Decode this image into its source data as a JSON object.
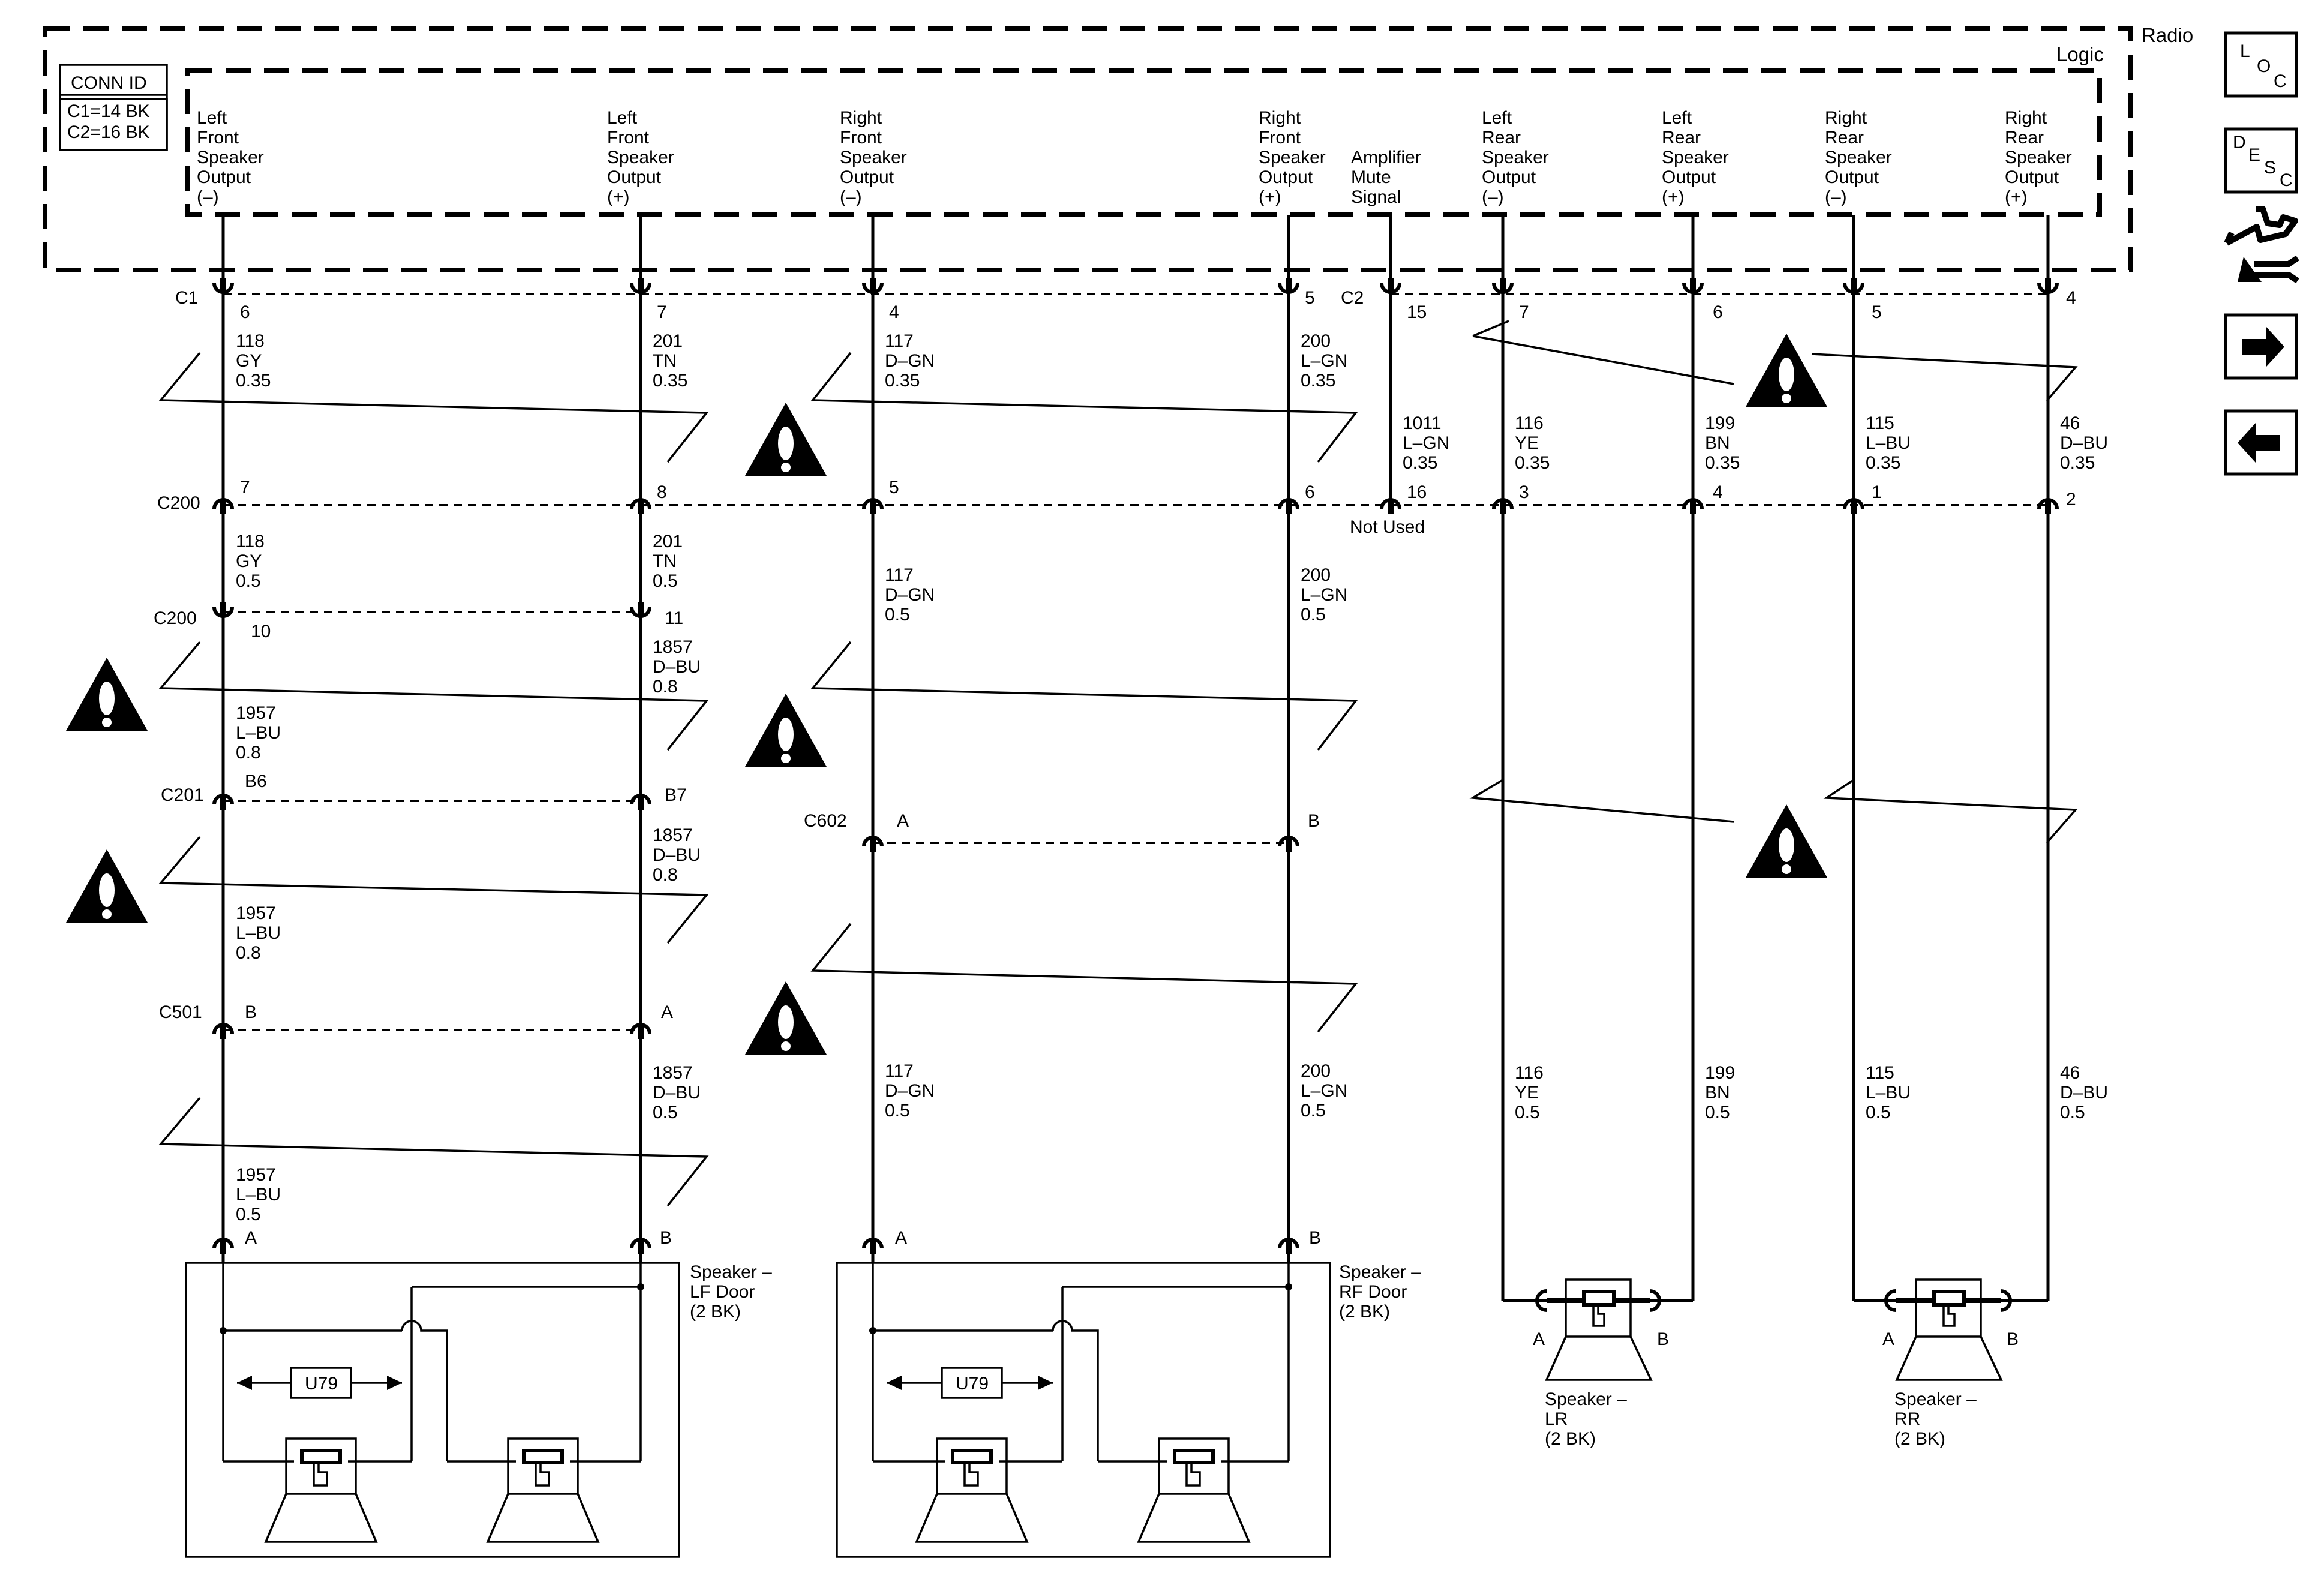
{
  "module": {
    "name": "Radio",
    "logic": "Logic"
  },
  "conn_id": {
    "title": "CONN ID",
    "c1": "C1=14 BK",
    "c2": "C2=16 BK"
  },
  "circuit_labels": {
    "lf_minus": [
      "Left",
      "Front",
      "Speaker",
      "Output",
      "(–)"
    ],
    "lf_plus": [
      "Left",
      "Front",
      "Speaker",
      "Output",
      "(+)"
    ],
    "rf_minus": [
      "Right",
      "Front",
      "Speaker",
      "Output",
      "(–)"
    ],
    "rf_plus": [
      "Right",
      "Front",
      "Speaker",
      "Output",
      "(+)"
    ],
    "amp_mute": [
      "Amplifier",
      "Mute",
      "Signal"
    ],
    "lr_minus": [
      "Left",
      "Rear",
      "Speaker",
      "Output",
      "(–)"
    ],
    "lr_plus": [
      "Left",
      "Rear",
      "Speaker",
      "Output",
      "(+)"
    ],
    "rr_minus": [
      "Right",
      "Rear",
      "Speaker",
      "Output",
      "(–)"
    ],
    "rr_plus": [
      "Right",
      "Rear",
      "Speaker",
      "Output",
      "(+)"
    ]
  },
  "connectors": {
    "c1": "C1",
    "c2": "C2",
    "c200": "C200",
    "c200b": "C200",
    "c201": "C201",
    "c501": "C501",
    "c602": "C602"
  },
  "pins": {
    "c1": [
      "6",
      "7",
      "4",
      "5"
    ],
    "c2": [
      "15",
      "7",
      "6",
      "5",
      "4"
    ],
    "c200_top": [
      "7",
      "8",
      "5",
      "6",
      "16",
      "3",
      "4",
      "1",
      "2"
    ],
    "c200_low": [
      "10",
      "11"
    ],
    "c201": [
      "B6",
      "B7"
    ],
    "c501": [
      "B",
      "A"
    ],
    "c602": [
      "A",
      "B"
    ],
    "lf_speaker": [
      "A",
      "B"
    ],
    "rf_speaker": [
      "A",
      "B"
    ],
    "lr_speaker": [
      "A",
      "B"
    ],
    "rr_speaker": [
      "A",
      "B"
    ]
  },
  "not_used": "Not Used",
  "wires": {
    "w118_035": [
      "118",
      "GY",
      "0.35"
    ],
    "w201_035": [
      "201",
      "TN",
      "0.35"
    ],
    "w117_035": [
      "117",
      "D–GN",
      "0.35"
    ],
    "w200_035": [
      "200",
      "L–GN",
      "0.35"
    ],
    "w1011_035": [
      "1011",
      "L–GN",
      "0.35"
    ],
    "w116_035": [
      "116",
      "YE",
      "0.35"
    ],
    "w199_035": [
      "199",
      "BN",
      "0.35"
    ],
    "w115_035": [
      "115",
      "L–BU",
      "0.35"
    ],
    "w46_035": [
      "46",
      "D–BU",
      "0.35"
    ],
    "w118_05": [
      "118",
      "GY",
      "0.5"
    ],
    "w201_05": [
      "201",
      "TN",
      "0.5"
    ],
    "w117_05a": [
      "117",
      "D–GN",
      "0.5"
    ],
    "w200_05a": [
      "200",
      "L–GN",
      "0.5"
    ],
    "w1857_08a": [
      "1857",
      "D–BU",
      "0.8"
    ],
    "w1957_08a": [
      "1957",
      "L–BU",
      "0.8"
    ],
    "w1857_08b": [
      "1857",
      "D–BU",
      "0.8"
    ],
    "w1957_08b": [
      "1957",
      "L–BU",
      "0.8"
    ],
    "w1857_05": [
      "1857",
      "D–BU",
      "0.5"
    ],
    "w1957_05": [
      "1957",
      "L–BU",
      "0.5"
    ],
    "w117_05b": [
      "117",
      "D–GN",
      "0.5"
    ],
    "w200_05b": [
      "200",
      "L–GN",
      "0.5"
    ],
    "w116_05": [
      "116",
      "YE",
      "0.5"
    ],
    "w199_05": [
      "199",
      "BN",
      "0.5"
    ],
    "w115_05": [
      "115",
      "L–BU",
      "0.5"
    ],
    "w46_05": [
      "46",
      "D–BU",
      "0.5"
    ]
  },
  "speakers": {
    "lf": [
      "Speaker –",
      "LF Door",
      "(2 BK)"
    ],
    "rf": [
      "Speaker –",
      "RF Door",
      "(2 BK)"
    ],
    "lr": [
      "Speaker –",
      "LR",
      "(2 BK)"
    ],
    "rr": [
      "Speaker –",
      "RR",
      "(2 BK)"
    ]
  },
  "option_code": "U79",
  "nav": {
    "loc": [
      "L",
      "O",
      "C"
    ],
    "desc": [
      "D",
      "E",
      "S",
      "C"
    ]
  }
}
